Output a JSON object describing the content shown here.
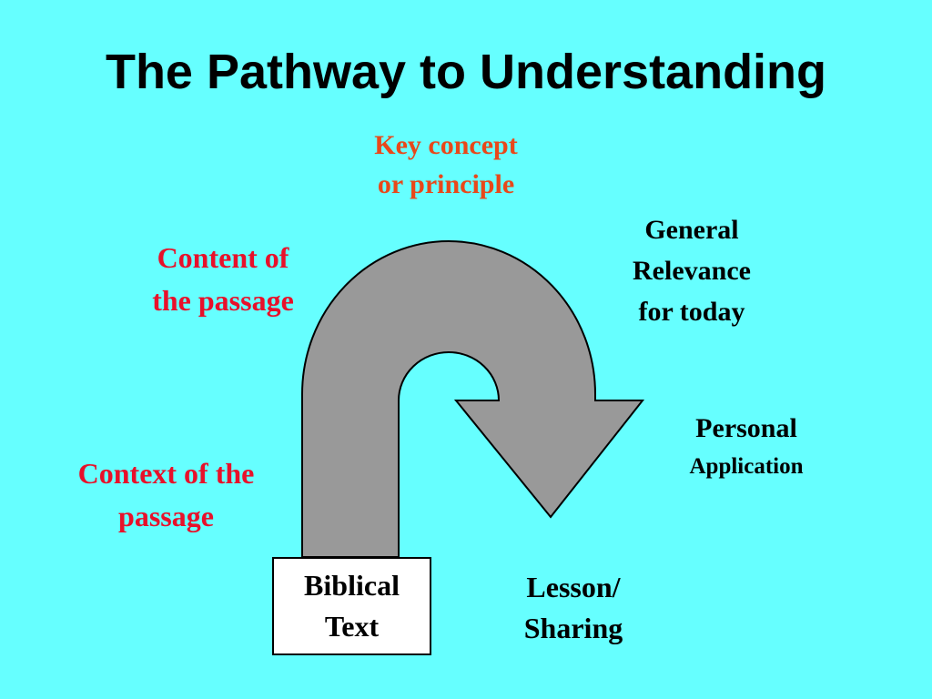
{
  "title": "The Pathway to Understanding",
  "labels": {
    "key_concept": [
      "Key concept",
      "or principle"
    ],
    "general_relevance": [
      "General",
      "Relevance",
      "for today"
    ],
    "content_passage": [
      "Content of",
      "the passage"
    ],
    "personal_application": [
      "Personal",
      "Application"
    ],
    "context_passage": [
      "Context of the",
      "passage"
    ],
    "lesson_sharing": [
      "Lesson/",
      "Sharing"
    ]
  },
  "biblical_text": [
    "Biblical",
    "Text"
  ],
  "colors": {
    "background": "#66FFFF",
    "arrow_fill": "#999999",
    "red_label": "#E8102A",
    "orange_label": "#E8481A"
  }
}
